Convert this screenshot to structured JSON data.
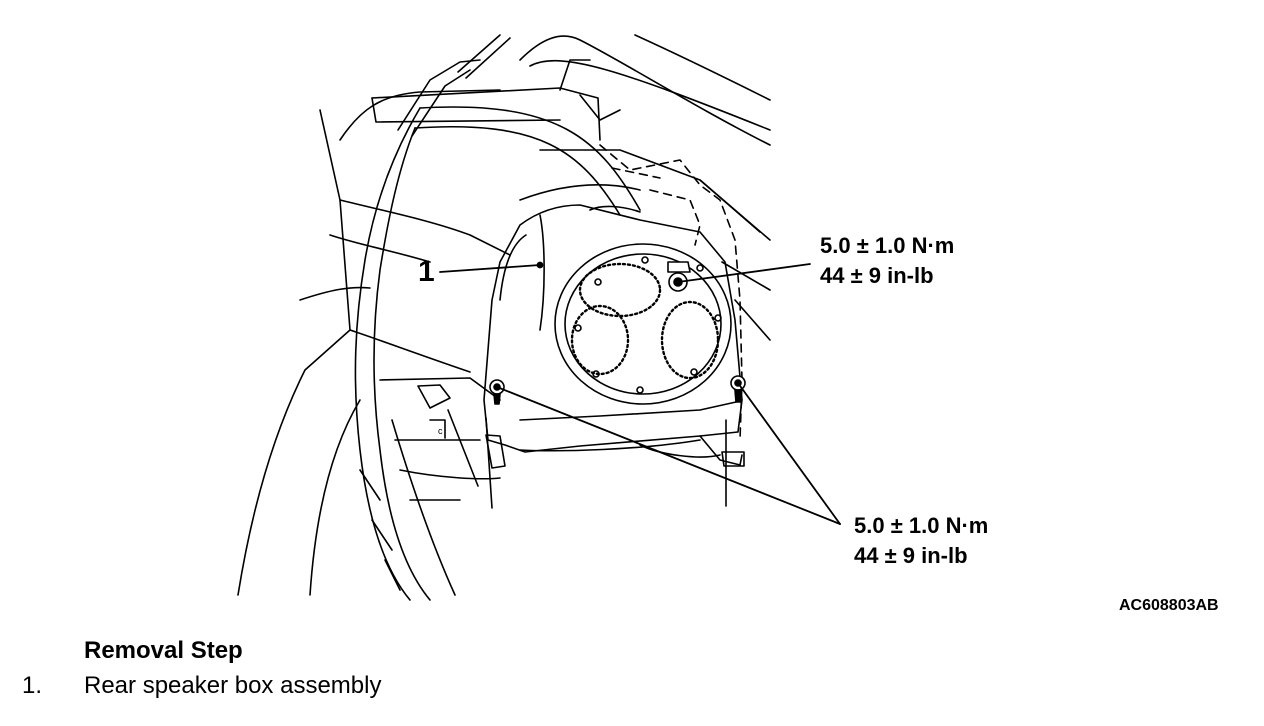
{
  "diagram": {
    "part_label": "1",
    "callouts": [
      {
        "line1": "5.0 ± 1.0 N·m",
        "line2": "44 ± 9 in-lb"
      },
      {
        "line1": "5.0 ± 1.0 N·m",
        "line2": "44 ± 9 in-lb"
      }
    ],
    "figure_id": "AC608803AB"
  },
  "removal": {
    "heading": "Removal Step",
    "steps": [
      {
        "number": "1.",
        "text": "Rear speaker box assembly"
      }
    ]
  }
}
